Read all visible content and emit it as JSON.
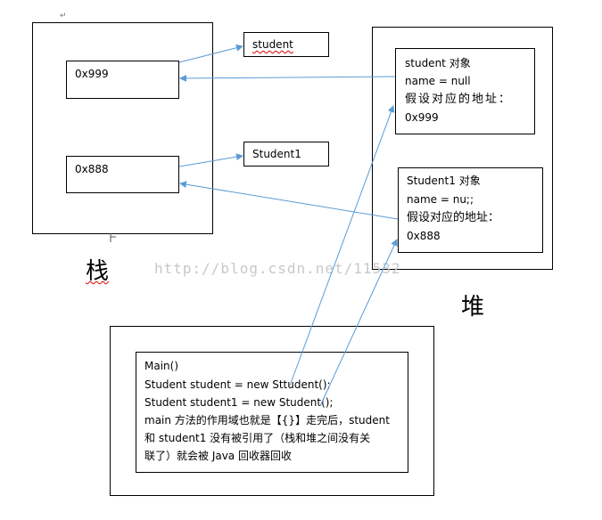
{
  "top_mark": "↵",
  "stack": {
    "ref1": "0x999",
    "ref2": "0x888",
    "label": "栈"
  },
  "names": {
    "var1": "student",
    "var2": "Student1"
  },
  "heap": {
    "label": "堆",
    "obj1": {
      "title": "student  对象",
      "field": "name = null",
      "addr_label": "假设对应的地址：",
      "addr": "0x999"
    },
    "obj2": {
      "title": "Student1  对象",
      "field": "name = nu;;",
      "addr_label": "假设对应的地址：",
      "addr": "0x888"
    }
  },
  "code": {
    "line1": "Main()",
    "line2": "Student student = new Sttudent();",
    "line3": "Student student1 = new Student();",
    "line4": "main 方法的作用域也就是【{}】走完后，student",
    "line5": "和  student1 没有被引用了（栈和堆之间没有关",
    "line6": "联了）就会被 Java 回收器回收"
  },
  "watermark": "http://blog.csdn.net/11532",
  "colors": {
    "arrow": "#5b9bd5",
    "watermark": "#c8c8c8",
    "underline": "#dd0000"
  }
}
